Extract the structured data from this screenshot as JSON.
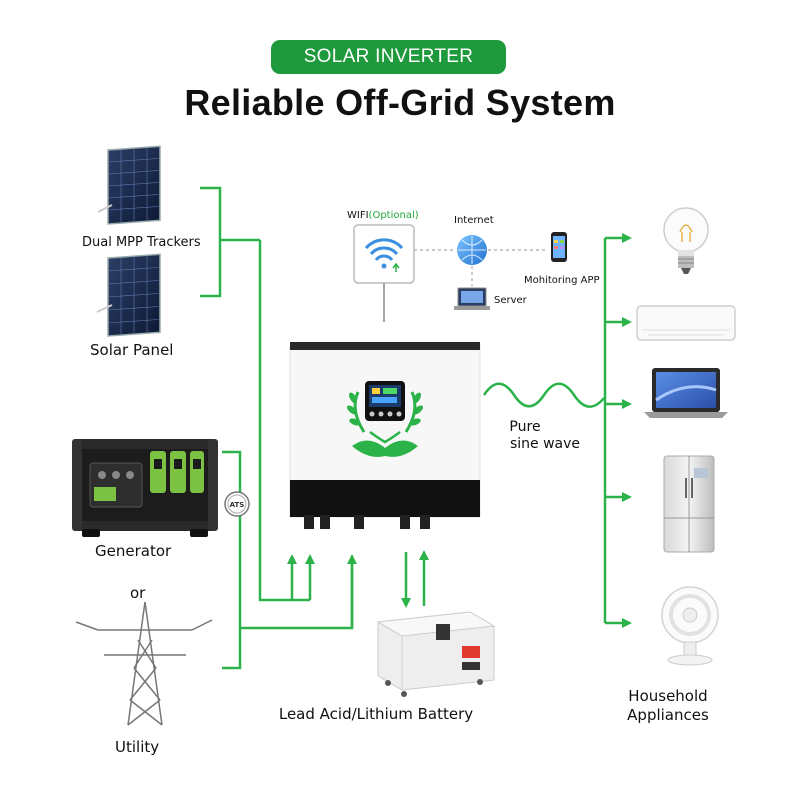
{
  "header": {
    "badge": "SOLAR INVERTER",
    "title": "Reliable Off-Grid System"
  },
  "sources": {
    "mppt_label": "Dual MPP Trackers",
    "solar_label": "Solar Panel",
    "generator_label": "Generator",
    "or_label": "or",
    "utility_label": "Utility",
    "ats_label": "ATS"
  },
  "monitoring": {
    "wifi_label": "WIFI",
    "wifi_optional": "(Optional)",
    "internet_label": "Internet",
    "server_label": "Server",
    "app_label": "Mohitoring APP"
  },
  "output": {
    "wave_line1": "Pure",
    "wave_line2": "sine wave",
    "appliances_line1": "Household",
    "appliances_line2": "Appliances"
  },
  "battery": {
    "label": "Lead Acid/Lithium Battery"
  },
  "colors": {
    "green": "#1e9a3c",
    "wire": "#2bb34a",
    "wifi_optional": "#22a83c"
  },
  "icons": [
    "solar-panel-icon",
    "generator-icon",
    "pylon-icon",
    "wifi-module-icon",
    "globe-icon",
    "laptop-icon",
    "phone-icon",
    "inverter-icon",
    "battery-icon",
    "light-bulb-icon",
    "air-conditioner-icon",
    "laptop-appliance-icon",
    "refrigerator-icon",
    "fan-icon"
  ]
}
